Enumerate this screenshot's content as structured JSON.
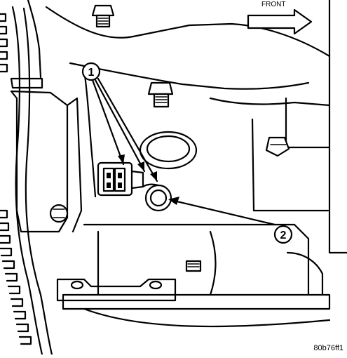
{
  "direction_label": "FRONT",
  "callouts": [
    {
      "number": "1"
    },
    {
      "number": "2"
    }
  ],
  "figure_code": "80b76ff1"
}
